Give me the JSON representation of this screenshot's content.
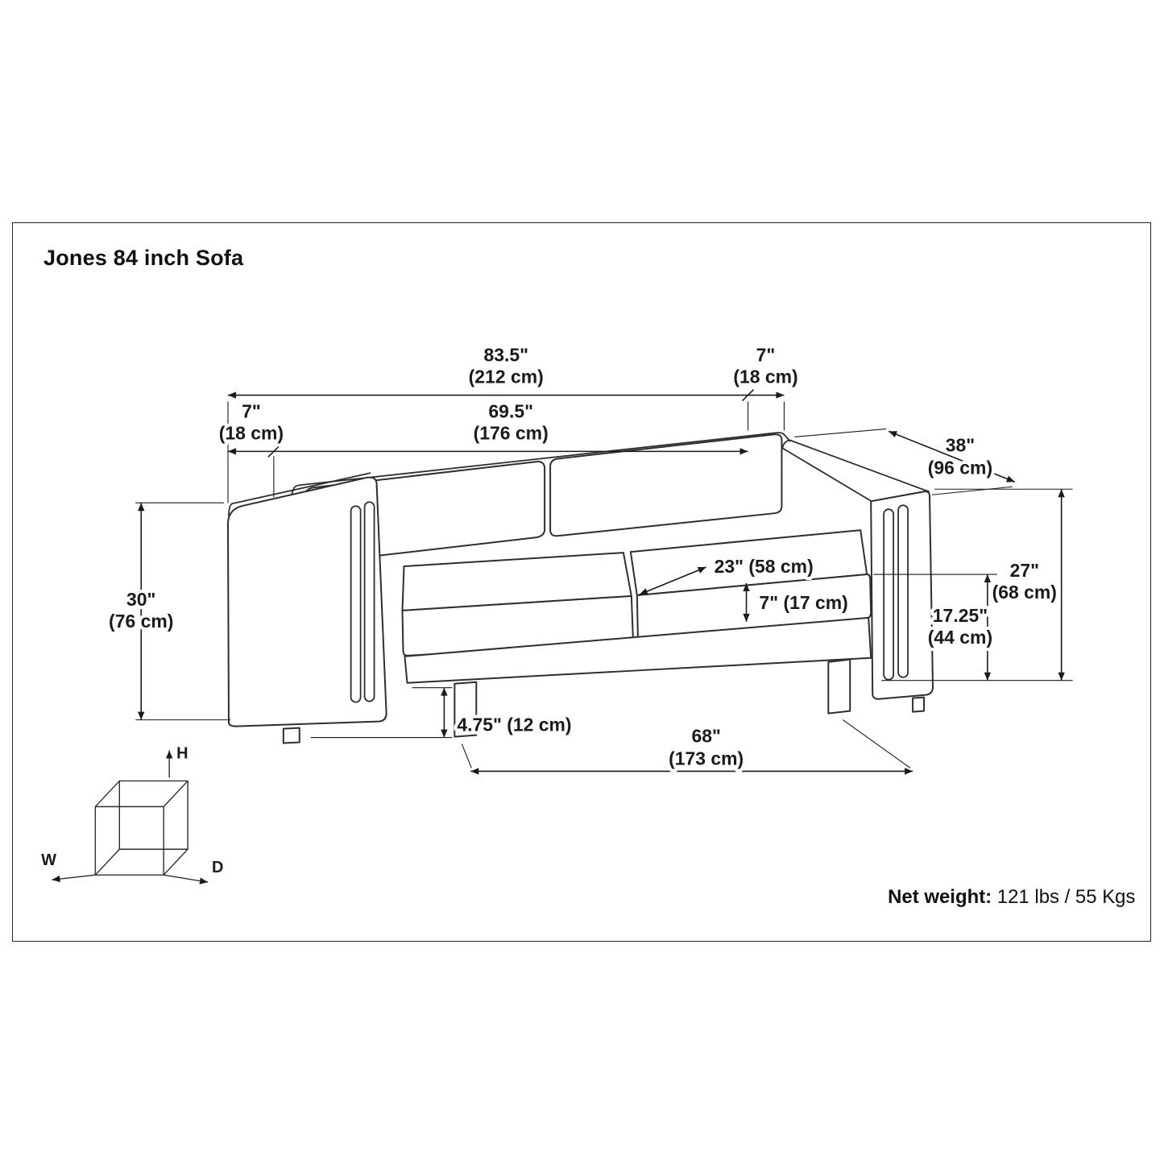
{
  "title": "Jones 84 inch Sofa",
  "net_weight": {
    "label": "Net weight:",
    "value": " 121 lbs / 55 Kgs"
  },
  "axes": {
    "h": "H",
    "w": "W",
    "d": "D"
  },
  "dimensions": {
    "overall_width": {
      "in": "83.5\"",
      "cm": "(212 cm)"
    },
    "arm_width_right": {
      "in": "7\"",
      "cm": "(18 cm)"
    },
    "arm_width_left": {
      "in": "7\"",
      "cm": "(18 cm)"
    },
    "interior_width": {
      "in": "69.5\"",
      "cm": "(176 cm)"
    },
    "depth": {
      "in": "38\"",
      "cm": "(96 cm)"
    },
    "overall_height": {
      "in": "30\"",
      "cm": "(76 cm)"
    },
    "seat_depth": {
      "label": "23\" (58 cm)"
    },
    "cushion_thickness": {
      "label": "7\" (17 cm)"
    },
    "seat_height": {
      "in": "17.25\"",
      "cm": "(44 cm)"
    },
    "arm_height": {
      "in": "27\"",
      "cm": "(68 cm)"
    },
    "leg_height": {
      "label": "4.75\" (12 cm)"
    },
    "base_width": {
      "in": "68\"",
      "cm": "(173 cm)"
    }
  }
}
